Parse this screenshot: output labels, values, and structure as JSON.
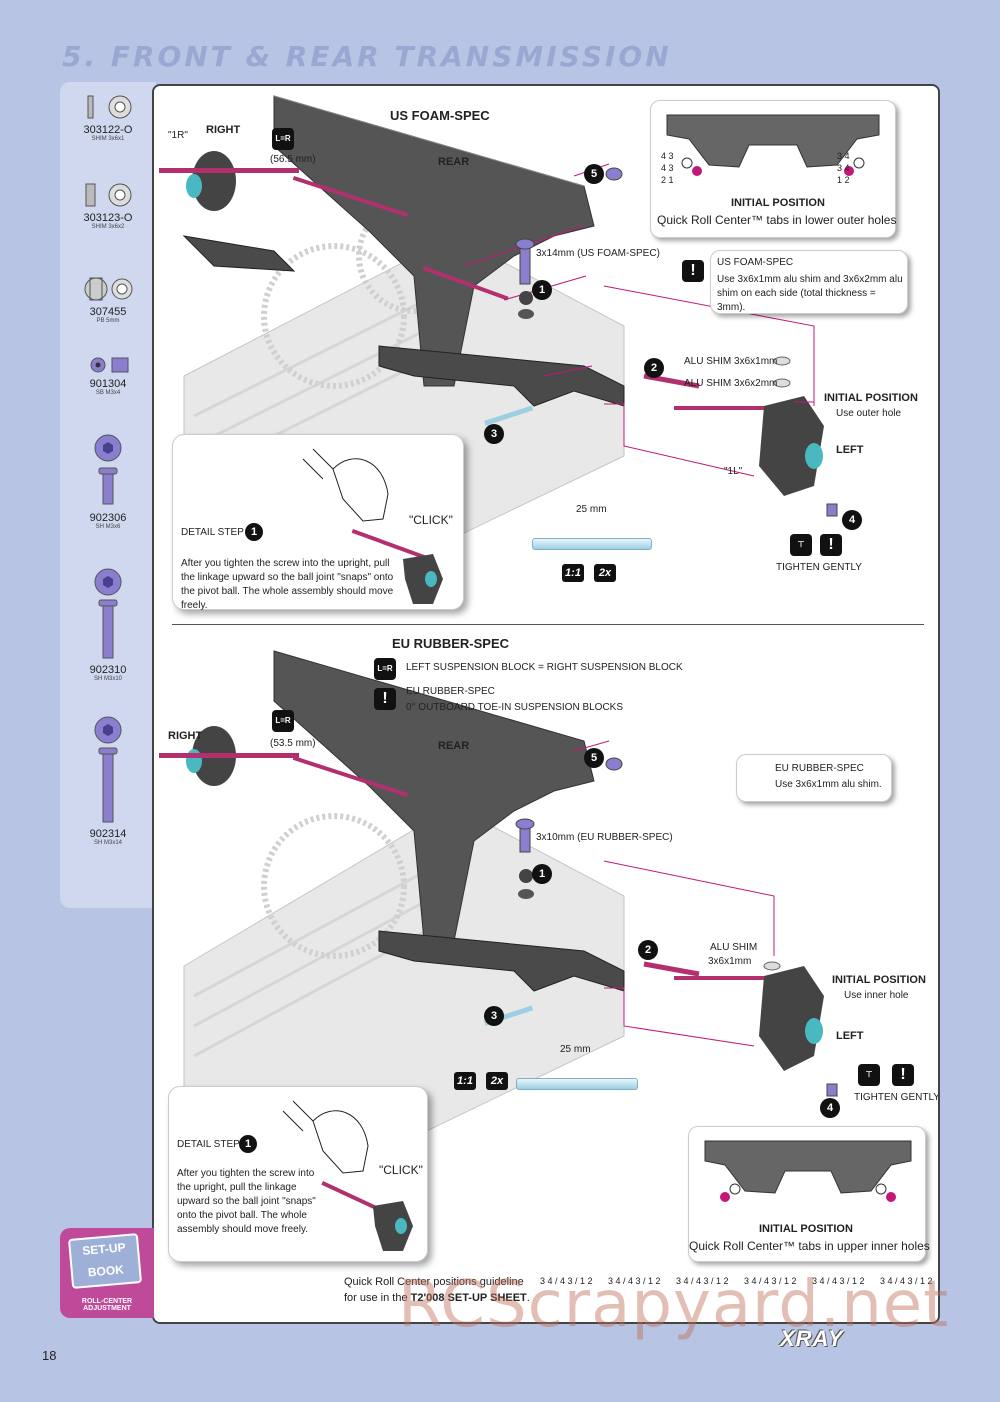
{
  "page": {
    "section_title": "5. FRONT & REAR TRANSMISSION",
    "page_number": "18",
    "brand": "XRAY",
    "watermark": "RCScrapyard.net"
  },
  "parts": [
    {
      "code": "303122-O",
      "desc": "SHIM 3x6x1",
      "icon": "shim-icon"
    },
    {
      "code": "303123-O",
      "desc": "SHIM 3x6x2",
      "icon": "shim-icon"
    },
    {
      "code": "307455",
      "desc": "PB 5mm",
      "icon": "pivot-ball-icon"
    },
    {
      "code": "901304",
      "desc": "SB M3x4",
      "icon": "set-screw-icon"
    },
    {
      "code": "902306",
      "desc": "SH M3x6",
      "icon": "screw-icon"
    },
    {
      "code": "902310",
      "desc": "SH M3x10",
      "icon": "screw-icon"
    },
    {
      "code": "902314",
      "desc": "SH M3x14",
      "icon": "screw-icon"
    }
  ],
  "us": {
    "title": "US FOAM-SPEC",
    "label_1r": "\"1R\"",
    "right": "RIGHT",
    "rear": "REAR",
    "lr_icon": "L=R",
    "length": "(56.5 mm)",
    "screw": "3x14mm (US FOAM-SPEC)",
    "note_title": "US FOAM-SPEC",
    "note_body": "Use 3x6x1mm alu shim and  3x6x2mm alu shim on each side (total thickness = 3mm).",
    "shim1": "ALU SHIM 3x6x1mm",
    "shim2": "ALU SHIM 3x6x2mm",
    "initial_title": "INITIAL POSITION",
    "initial_sub": "Use outer hole",
    "left": "LEFT",
    "label_1l": "\"1L\"",
    "rod_len": "25 mm",
    "tighten": "TIGHTEN GENTLY",
    "scale1": "1:1",
    "scale2": "2x",
    "roll_title": "INITIAL POSITION",
    "roll_text": "Quick Roll Center™ tabs in lower outer holes",
    "roll_left": {
      "top": "4  3",
      "mid": "4 3",
      "bot": "2  1"
    },
    "roll_right": {
      "top": "3  4",
      "mid": "3 4",
      "bot": "1  2"
    },
    "detail_label": "DETAIL STEP",
    "detail_step": "1",
    "click": "\"CLICK\"",
    "detail_text": "After you tighten the screw into the upright, pull the linkage upward so the ball joint \"snaps\" onto the pivot ball. The whole assembly should move freely."
  },
  "eu": {
    "title": "EU RUBBER-SPEC",
    "lr_note": "LEFT SUSPENSION BLOCK = RIGHT SUSPENSION BLOCK",
    "spec_note_title": "EU RUBBER-SPEC",
    "spec_note_body": "0° OUTBOARD TOE-IN SUSPENSION BLOCKS",
    "right": "RIGHT",
    "rear": "REAR",
    "lr_icon": "L=R",
    "length": "(53.5 mm)",
    "screw": "3x10mm (EU RUBBER-SPEC)",
    "note_title": "EU RUBBER-SPEC",
    "note_body": "Use 3x6x1mm alu shim.",
    "shim_label": "ALU SHIM",
    "shim_size": "3x6x1mm",
    "initial_title": "INITIAL POSITION",
    "initial_sub": "Use inner hole",
    "left": "LEFT",
    "rod_len": "25 mm",
    "tighten": "TIGHTEN GENTLY",
    "scale1": "1:1",
    "scale2": "2x",
    "roll_title": "INITIAL POSITION",
    "roll_text": "Quick Roll Center™ tabs in upper inner holes",
    "detail_label": "DETAIL STEP",
    "detail_step": "1",
    "click": "\"CLICK\"",
    "detail_text": "After you tighten the screw into the upright, pull the linkage upward so the ball joint \"snaps\" onto the pivot ball. The whole assembly should move freely."
  },
  "steps": {
    "s1": "1",
    "s2": "2",
    "s3": "3",
    "s4": "4",
    "s5": "5"
  },
  "guideline": {
    "line1": "Quick Roll Center positions guideline",
    "line2_pre": "for use in the",
    "line2_bold": "T2'008 SET-UP SHEET",
    "line2_post": ".",
    "cells": [
      "3 4 / 4 3 / 1 2",
      "3 4 / 4 3 / 1 2",
      "3 4 / 4 3 / 1 2",
      "3 4 / 4 3 / 1 2",
      "3 4 / 4 3 / 1 2",
      "3 4 / 4 3 / 1 2"
    ]
  },
  "setup_book": {
    "title": "SET-UP BOOK",
    "caption": "ROLL-CENTER ADJUSTMENT"
  },
  "colors": {
    "background": "#b8c4e4",
    "sidebar": "#cfd8ef",
    "magenta": "#c2187a",
    "accent_purple": "#8878c8"
  }
}
